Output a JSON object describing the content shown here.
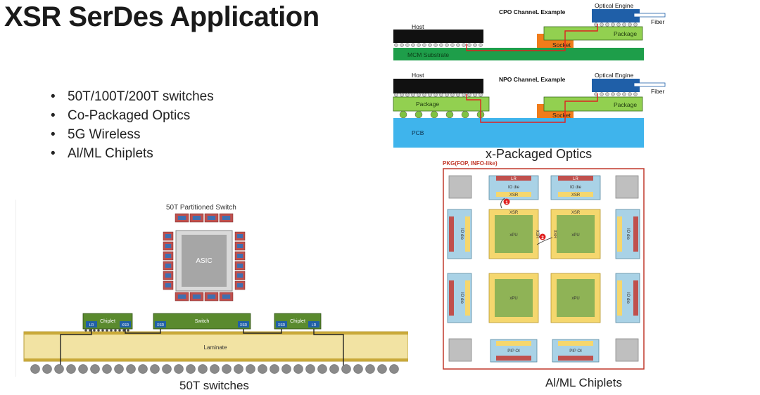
{
  "title": "XSR SerDes Application",
  "bullets": [
    "50T/100T/200T switches",
    "Co-Packaged Optics",
    "5G Wireless",
    "Al/ML Chiplets"
  ],
  "cpo": {
    "heading": "CPO ChanneL Example",
    "host": "Host",
    "optical_engine": "Optical Engine",
    "fiber": "Fiber",
    "package": "Package",
    "socket": "Socket",
    "substrate": "MCM Substrate"
  },
  "npo": {
    "heading": "NPO ChanneL Example",
    "host": "Host",
    "optical_engine": "Optical Engine",
    "fiber": "Fiber",
    "package_left": "Package",
    "package_right": "Package",
    "socket": "Socket",
    "pcb": "PCB"
  },
  "optics_caption": "x-Packaged Optics",
  "switch": {
    "heading": "50T Partitioned Switch",
    "asic": "ASIC",
    "chiplet": "Chiplet",
    "switch_label": "Switch",
    "laminate": "Laminate",
    "lr": "LR",
    "xsr": "XSR",
    "caption": "50T switches"
  },
  "pkg": {
    "heading": "PKG(FOP, INFO-like)",
    "lr": "LR",
    "io_die": "IO die",
    "xsr": "XSR",
    "xpu": "xPU",
    "pip_oi": "PIP OI",
    "marker1": "1",
    "marker2": "2",
    "caption": "Al/ML Chiplets"
  },
  "colors": {
    "green_dark": "#1e9e4a",
    "green_light": "#92d050",
    "orange": "#f07c1a",
    "blue_dark": "#1f5fa8",
    "blue_light": "#3fb4ec",
    "red_line": "#e02020",
    "laminate": "#f2e3a3",
    "chiplet_green": "#5a8a2e",
    "lr_red": "#c0504d",
    "io_blue": "#a9d2e6",
    "xsr_yellow": "#f5d76e",
    "xpu_green": "#8fb356",
    "pkg_border": "#c0392b"
  }
}
